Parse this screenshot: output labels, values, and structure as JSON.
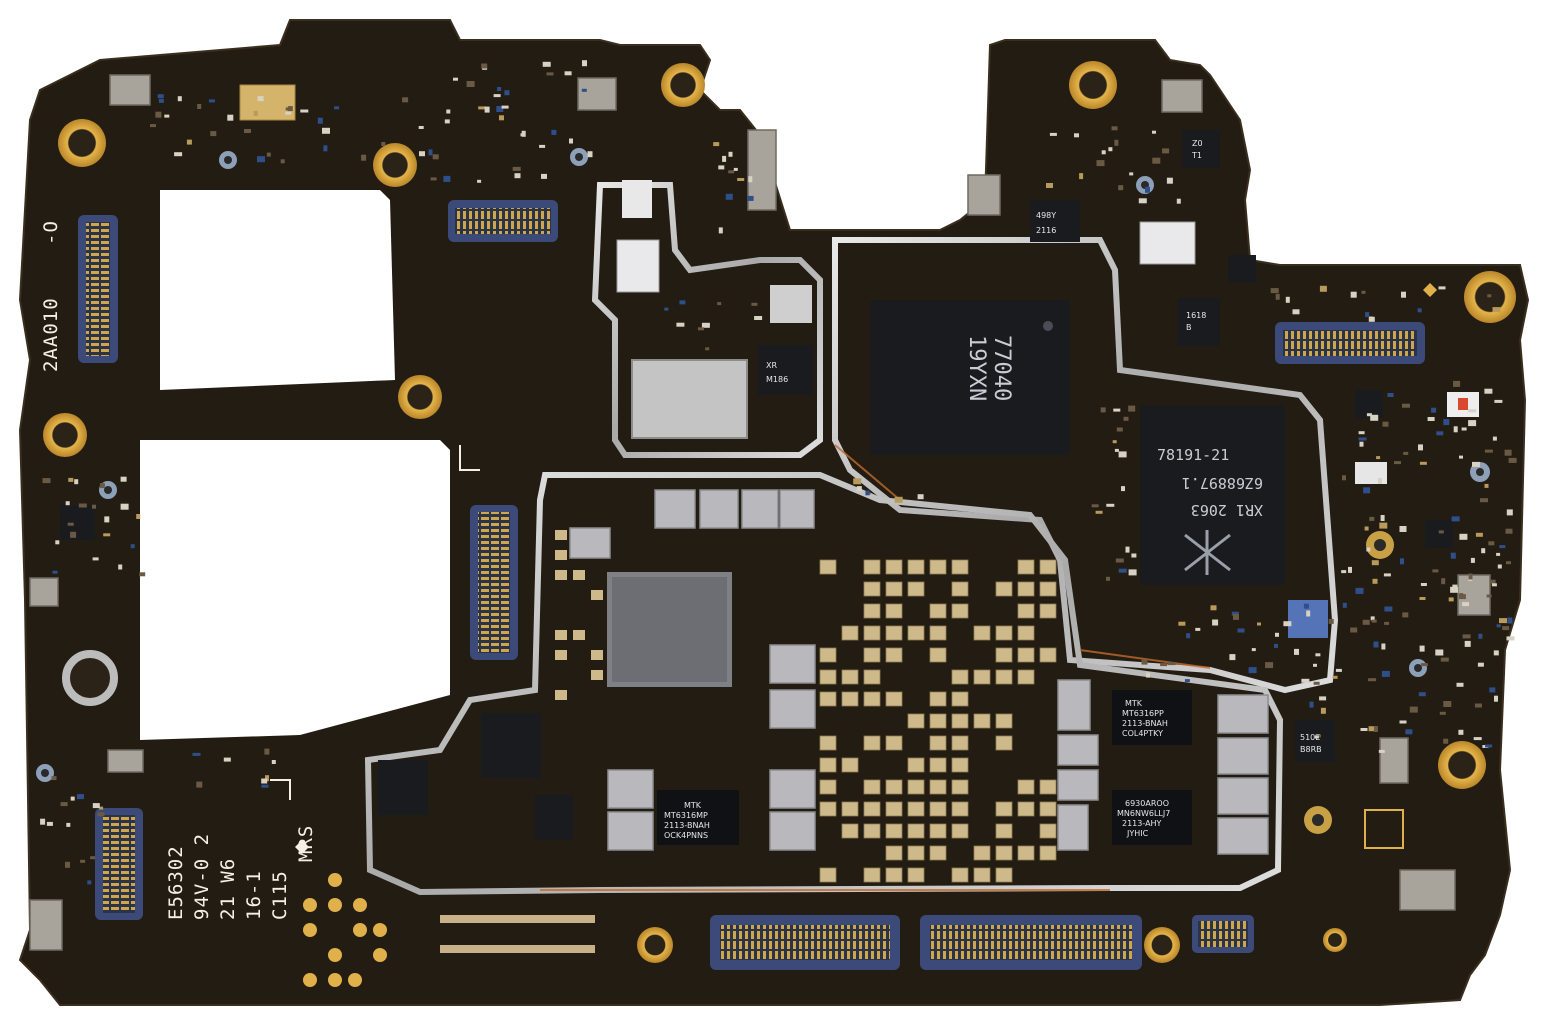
{
  "board": {
    "colors": {
      "pcb": "#231c12",
      "pcb_edge": "#2d2417",
      "gold": "#d9a83a",
      "shield": "#c9c9c9",
      "chip": "#1a1b1f",
      "cap": "#cdb98a",
      "blue_connector": "#3b4a78"
    },
    "silkscreen": {
      "board_code": "2AA010",
      "board_code_suffix": "-O",
      "cert_line1": "E56302",
      "cert_line2": "94V-0 2",
      "cert_line3": "21 W6",
      "cert_line4": "16-1",
      "cert_line5": "C115",
      "cert_line6": "MRS"
    },
    "chips": {
      "qualcomm": {
        "line1": "77040",
        "line2": "19YXN"
      },
      "mtk_large": {
        "line1": "78191-21",
        "line2": "6Z68897.1",
        "line3": "XR1 2063"
      },
      "mtk_a": {
        "line1": "MTK",
        "line2": "MT6316MP",
        "line3": "2113-BNAH",
        "line4": "OCK4PNNS"
      },
      "mtk_b": {
        "line1": "MTK",
        "line2": "MT6316PP",
        "line3": "2113-BNAH",
        "line4": "COL4PTKY"
      },
      "mtk_c": {
        "line1": "6930AROO",
        "line2": "MN6NW6LLJ7",
        "line3": "2113-AHY",
        "line4": "JYHIC"
      },
      "small_1": {
        "line1": "Z0",
        "line2": "T1"
      },
      "small_2": {
        "line1": "498Y",
        "line2": "2116"
      },
      "small_3": {
        "line1": "1618",
        "line2": "B"
      },
      "small_4": {
        "line1": "XR",
        "line2": "M186"
      },
      "small_5": {
        "line1": "510E",
        "line2": "B8RB"
      }
    }
  }
}
